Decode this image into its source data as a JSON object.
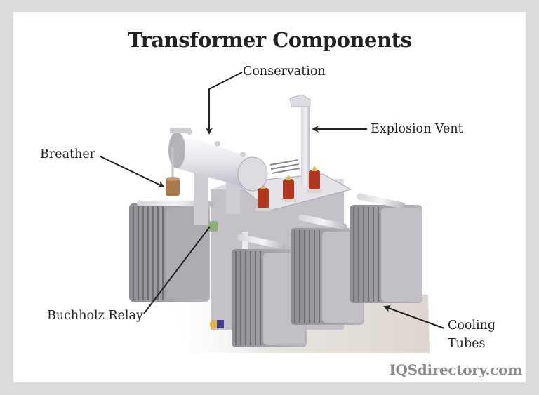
{
  "figure": {
    "title": "Transformer Components",
    "watermark": "IQSdirectory.com",
    "colors": {
      "background": "#dcdcdc",
      "card": "#ffffff",
      "text": "#222222",
      "watermark": "#8a8a8a",
      "metal": "#c9c6cc",
      "bushing": "#b3361f",
      "breather": "#a9794e"
    }
  },
  "labels": [
    {
      "id": "conservation",
      "text": "Conservation"
    },
    {
      "id": "explosion-vent",
      "text": "Explosion Vent"
    },
    {
      "id": "breather",
      "text": "Breather"
    },
    {
      "id": "buchholz-relay",
      "text": "Buchholz Relay"
    },
    {
      "id": "cooling-tubes-line1",
      "text": "Cooling"
    },
    {
      "id": "cooling-tubes-line2",
      "text": "Tubes"
    }
  ]
}
